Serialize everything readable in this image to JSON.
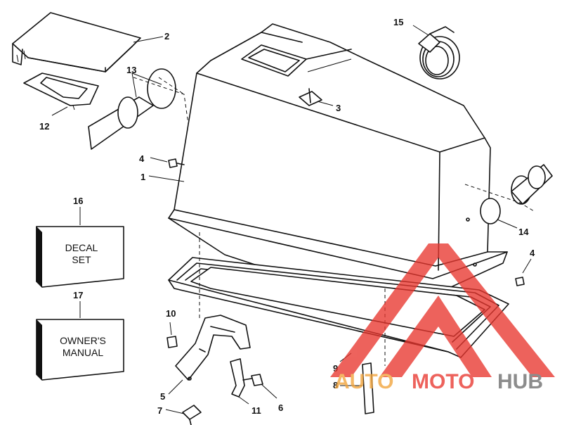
{
  "callouts": {
    "c1": "1",
    "c2": "2",
    "c3": "3",
    "c4a": "4",
    "c4b": "4",
    "c5": "5",
    "c6": "6",
    "c7": "7",
    "c8": "8",
    "c9": "9",
    "c10": "10",
    "c11": "11",
    "c12": "12",
    "c13": "13",
    "c14": "14",
    "c15": "15",
    "c16": "16",
    "c17": "17"
  },
  "boxes": {
    "decal_line1": "DECAL",
    "decal_line2": "SET",
    "manual_line1": "OWNER'S",
    "manual_line2": "MANUAL"
  },
  "watermark": {
    "part1": "AUTO",
    "part2": "MOTO",
    "part3": "HUB",
    "color_red": "#e8372f",
    "color_orange": "#f2a33a",
    "color_gray": "#6d6d6d"
  }
}
